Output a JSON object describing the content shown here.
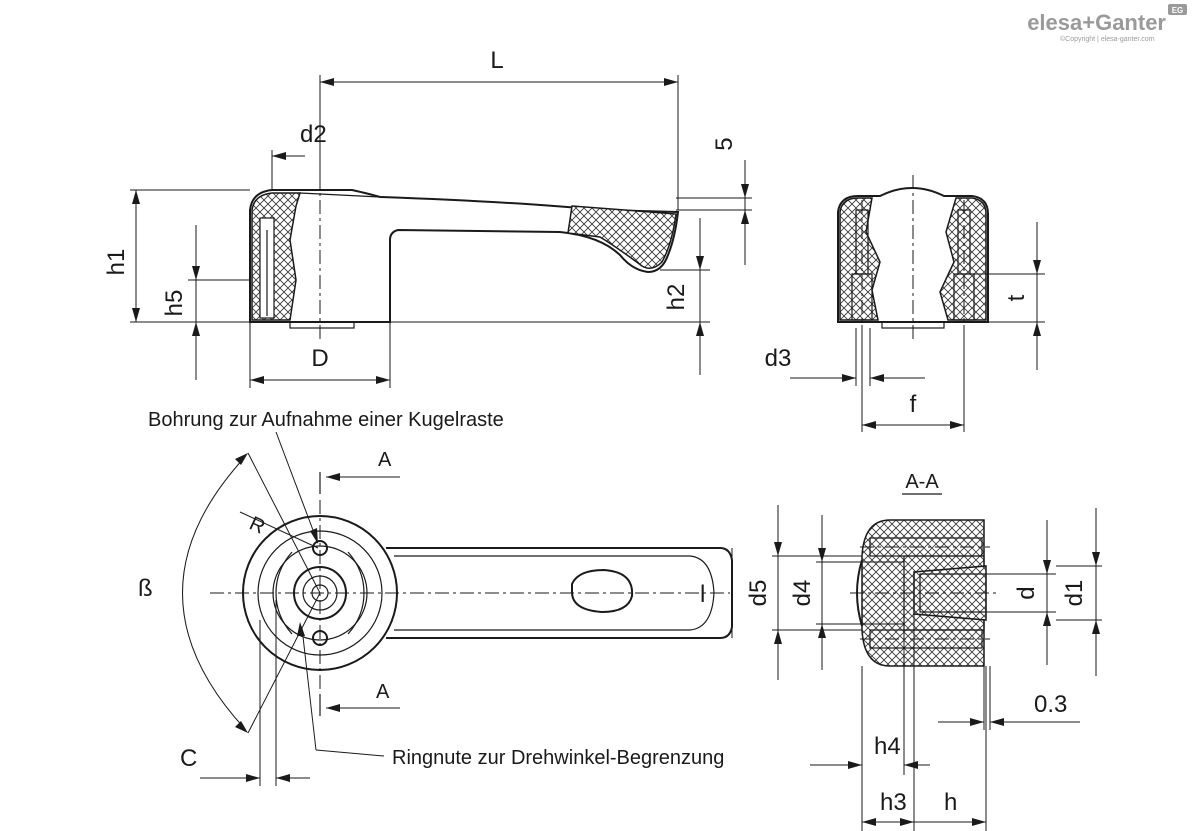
{
  "logo": {
    "brand": "elesa+Ganter",
    "badge": "EG",
    "copyright": "©Copyright | elesa-ganter.com"
  },
  "dimensions": {
    "L": "L",
    "d2": "d2",
    "h1": "h1",
    "h5": "h5",
    "h2": "h2",
    "D": "D",
    "five": "5",
    "t": "t",
    "d3": "d3",
    "f": "f",
    "R": "R",
    "beta": "ß",
    "l": "l",
    "C": "C",
    "d5": "d5",
    "d4": "d4",
    "d": "d",
    "d1": "d1",
    "h4": "h4",
    "h3": "h3",
    "h": "h",
    "gap": "0.3"
  },
  "section": {
    "marker": "A",
    "title": "A-A"
  },
  "notes": {
    "bore": "Bohrung zur Aufnahme einer Kugelraste",
    "groove": "Ringnute zur Drehwinkel-Begrenzung"
  }
}
